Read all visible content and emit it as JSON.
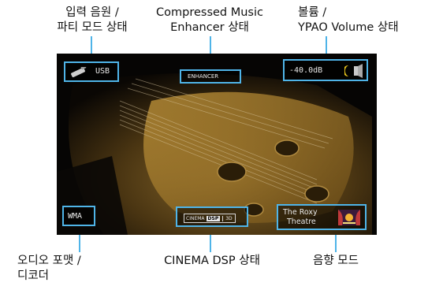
{
  "callouts": {
    "input_source": {
      "line1": "입력 음원 /",
      "line2": "파티 모드 상태"
    },
    "compressed_music": {
      "line1": "Compressed Music",
      "line2": "Enhancer 상태"
    },
    "volume": {
      "line1": "볼륨 /",
      "line2": "YPAO Volume 상태"
    },
    "audio_format": {
      "line1": "오디오 포맷 /",
      "line2": "디코더"
    },
    "cinema_dsp": {
      "line1": "CINEMA DSP 상태"
    },
    "sound_mode": {
      "line1": "음향 모드"
    }
  },
  "osd": {
    "input": "USB",
    "enhancer": "ENHANCER",
    "volume": "-40.0dB",
    "format": "WMA",
    "cinema_dsp_left": "CINEMA",
    "cinema_dsp_mid": "DSP",
    "cinema_dsp_3d": "3D",
    "sound_program_line1": "The Roxy",
    "sound_program_line2": "Theatre"
  },
  "colors": {
    "accent": "#4fb4e8",
    "screen_bg": "#050505",
    "text": "#111111"
  },
  "icons": {
    "input": "usb-stick-icon",
    "ypao": "ypao-volume-icon",
    "program": "theatre-program-icon"
  }
}
